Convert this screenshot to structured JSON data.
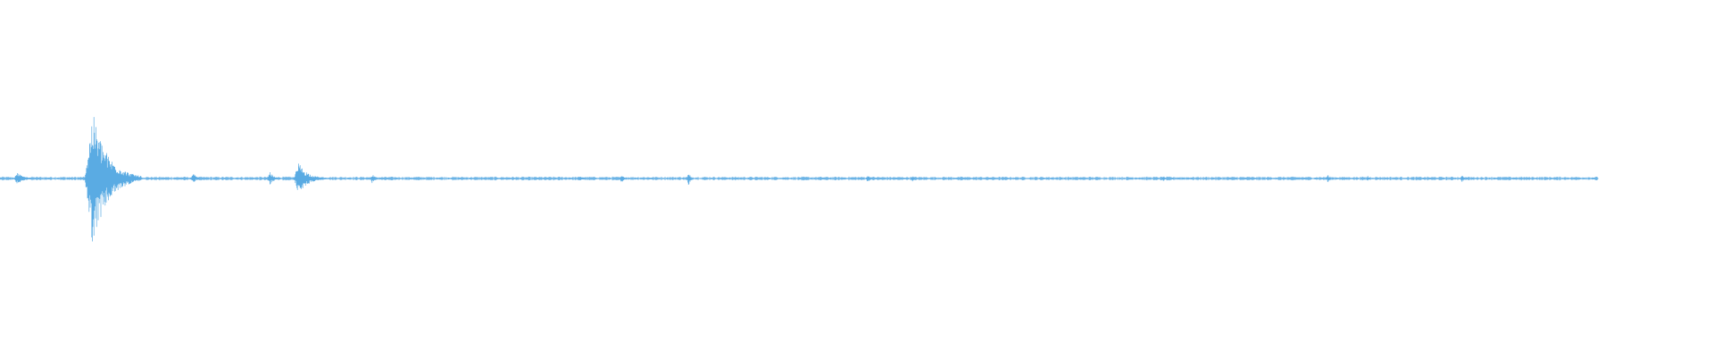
{
  "waveform": {
    "color": "#5aabe3",
    "bursts": [
      {
        "t": 0.011,
        "amp": 0.09,
        "dur": 0.012
      },
      {
        "t": 0.058,
        "amp": 1.0,
        "dur": 0.03
      },
      {
        "t": 0.121,
        "amp": 0.08,
        "dur": 0.006
      },
      {
        "t": 0.169,
        "amp": 0.1,
        "dur": 0.008
      },
      {
        "t": 0.187,
        "amp": 0.24,
        "dur": 0.018
      },
      {
        "t": 0.233,
        "amp": 0.08,
        "dur": 0.004
      },
      {
        "t": 0.363,
        "amp": 0.03,
        "dur": 0.01
      },
      {
        "t": 0.389,
        "amp": 0.07,
        "dur": 0.004
      },
      {
        "t": 0.431,
        "amp": 0.11,
        "dur": 0.004
      },
      {
        "t": 0.543,
        "amp": 0.07,
        "dur": 0.005
      },
      {
        "t": 0.571,
        "amp": 0.05,
        "dur": 0.003
      },
      {
        "t": 0.728,
        "amp": 0.04,
        "dur": 0.002
      },
      {
        "t": 0.831,
        "amp": 0.06,
        "dur": 0.004
      },
      {
        "t": 0.856,
        "amp": 0.04,
        "dur": 0.003
      },
      {
        "t": 0.915,
        "amp": 0.06,
        "dur": 0.004
      }
    ]
  }
}
